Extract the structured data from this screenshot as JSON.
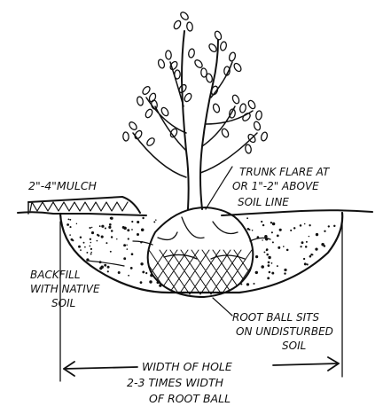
{
  "diagram": {
    "labels": {
      "mulch": "2\"-4\"MULCH",
      "trunk_flare": [
        "TRUNK FLARE AT",
        "OR 1\"-2\" ABOVE",
        "SOIL LINE"
      ],
      "backfill": [
        "BACKFILL",
        "WITH NATIVE",
        "SOIL"
      ],
      "root_ball": [
        "ROOT BALL SITS",
        "ON UNDISTURBED",
        "SOIL"
      ],
      "width": [
        "WIDTH OF HOLE",
        "2-3 TIMES WIDTH",
        "OF ROOT BALL"
      ]
    },
    "colors": {
      "ink": "#111111",
      "background": "#ffffff"
    }
  }
}
